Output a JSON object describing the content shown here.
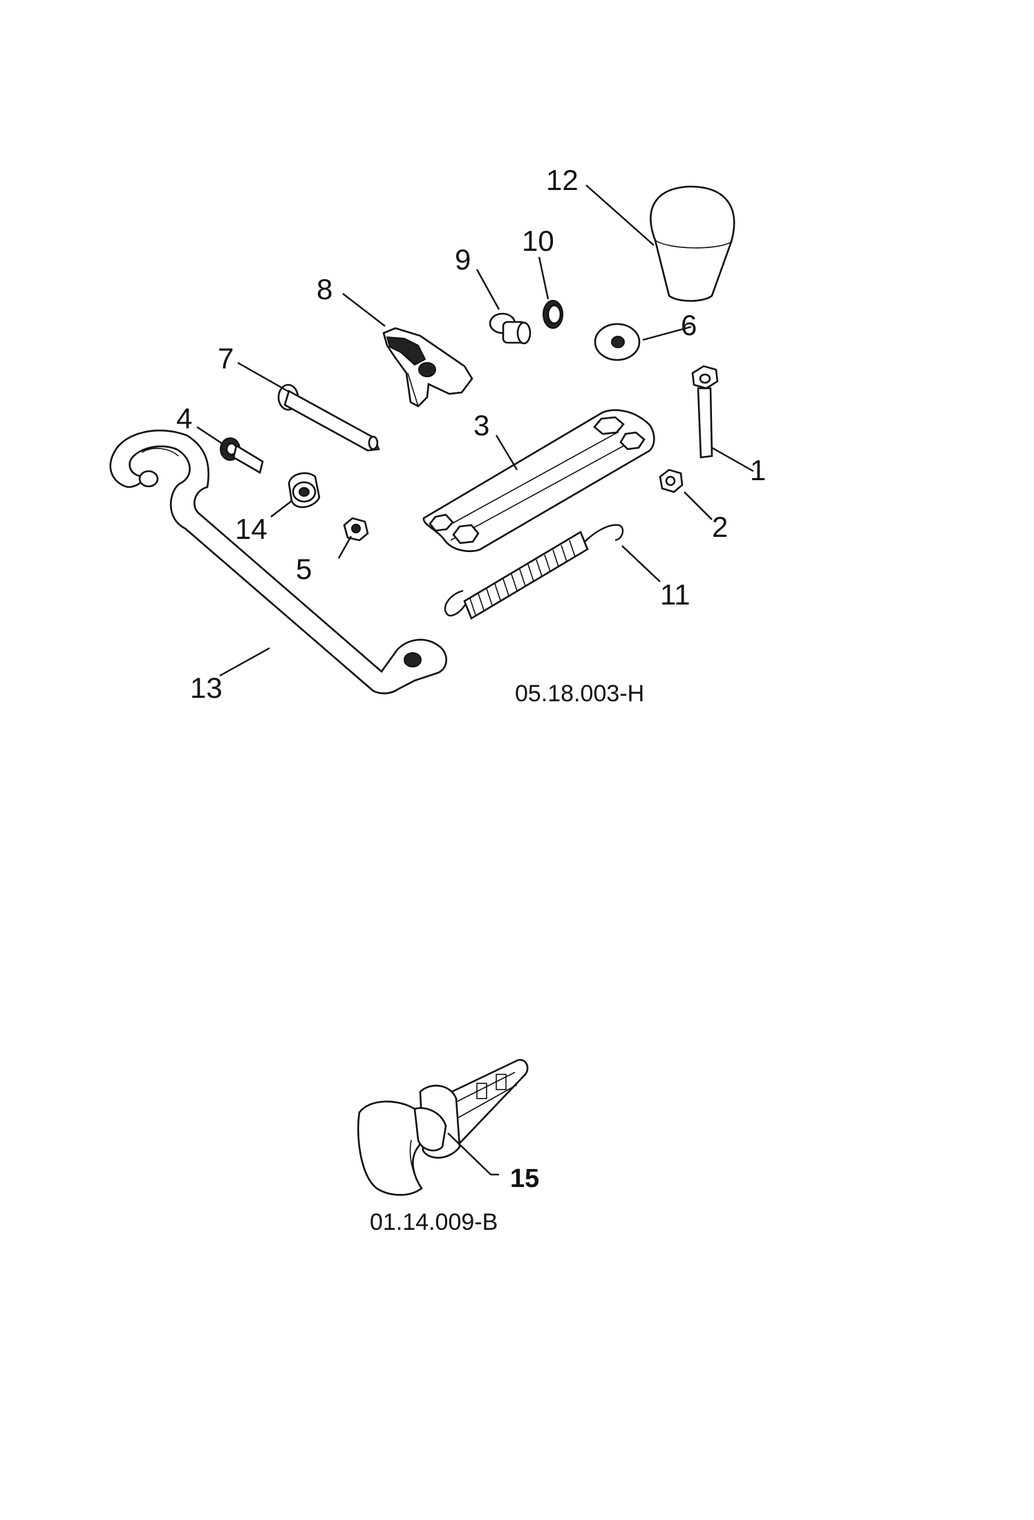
{
  "diagrams": [
    {
      "code": "05.18.003-H",
      "callouts": [
        "1",
        "2",
        "3",
        "4",
        "5",
        "6",
        "7",
        "8",
        "9",
        "10",
        "11",
        "12",
        "13",
        "14"
      ]
    },
    {
      "code": "01.14.009-B",
      "callouts": [
        "15"
      ]
    }
  ]
}
